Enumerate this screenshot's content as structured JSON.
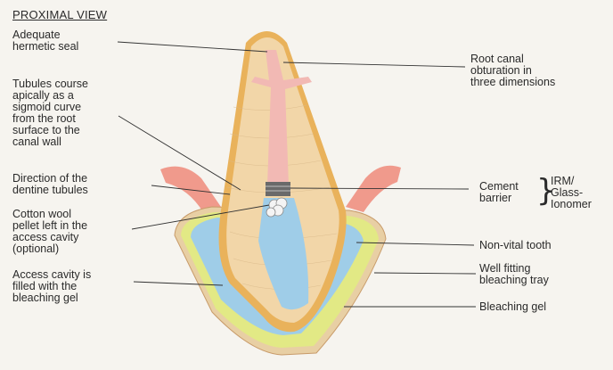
{
  "title": "PROXIMAL VIEW",
  "labels": {
    "hermetic_seal": "Adequate\nhermetic seal",
    "tubules_course": "Tubules course\napically as a\nsigmoid curve\nfrom the root\nsurface to the\ncanal wall",
    "tubule_direction": "Direction of the\ndentine tubules",
    "cotton_pellet": "Cotton wool\npellet left in the\naccess cavity\n(optional)",
    "access_cavity": "Access cavity is\nfilled with the\nbleaching gel",
    "root_canal": "Root canal\nobturation in\nthree dimensions",
    "cement_barrier": "Cement\nbarrier",
    "irm_glass": "IRM/\nGlass-\nIonomer",
    "non_vital": "Non-vital tooth",
    "tray": "Well fitting\nbleaching tray",
    "gel": "Bleaching gel"
  },
  "colors": {
    "dentine": "#f2d6a8",
    "root_outline": "#e9b25b",
    "canal": "#f2b9b4",
    "gel": "#9fcde8",
    "tray": "#e2e985",
    "gingiva": "#ee8a7a",
    "barrier": "#6a6a6a"
  }
}
